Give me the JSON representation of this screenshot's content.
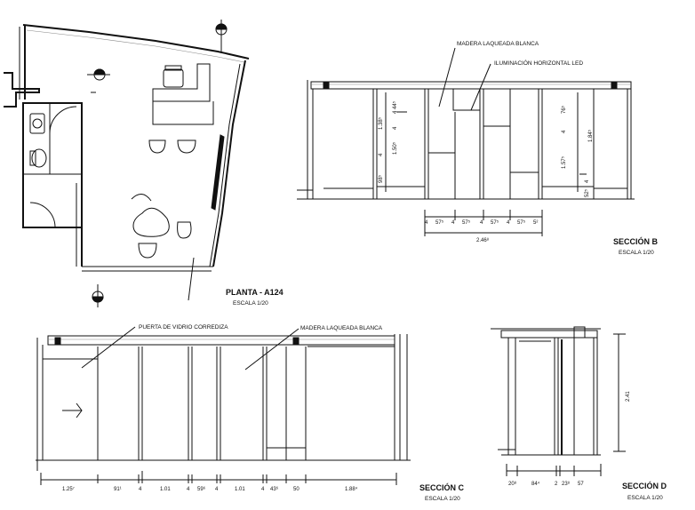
{
  "planta": {
    "title": "PLANTA - A124",
    "scale": "ESCALA 1/20"
  },
  "seccion_b": {
    "title": "SECCIÓN B",
    "scale": "ESCALA 1/20",
    "label_madera": "MADERA LAQUEADA BLANCA",
    "label_led": "ILUMINACIÓN HORIZONTAL LED",
    "dims_bottom": [
      "4",
      "57⁵",
      "4",
      "57⁵",
      "4",
      "57⁵",
      "4",
      "57⁵",
      "5²"
    ],
    "dim_total": "2.46⁸",
    "dims_left": [
      "1.38⁵",
      "4",
      "1.50⁵",
      "4",
      "4 44⁵",
      "98⁵"
    ],
    "dims_right": [
      "76⁵",
      "4",
      "1.84⁵",
      "1.57⁵",
      "4",
      "52⁵"
    ]
  },
  "seccion_c": {
    "title": "SECCIÓN C",
    "scale": "ESCALA 1/20",
    "label_puerta": "PUERTA DE VIDRIO CORREDIZA",
    "label_madera": "MADERA LAQUEADA BLANCA",
    "dims_bottom": [
      "1.25⁷",
      "91¹",
      "4",
      "1.01",
      "4",
      "59⁶",
      "4",
      "1.01",
      "4",
      "43⁶",
      "50",
      "1.88⁴"
    ]
  },
  "seccion_d": {
    "title": "SECCIÓN D",
    "scale": "ESCALA 1/20",
    "dim_height": "2.41",
    "dims_bottom": [
      "20⁸",
      "84⁴",
      "2",
      "23⁸",
      "57"
    ]
  }
}
